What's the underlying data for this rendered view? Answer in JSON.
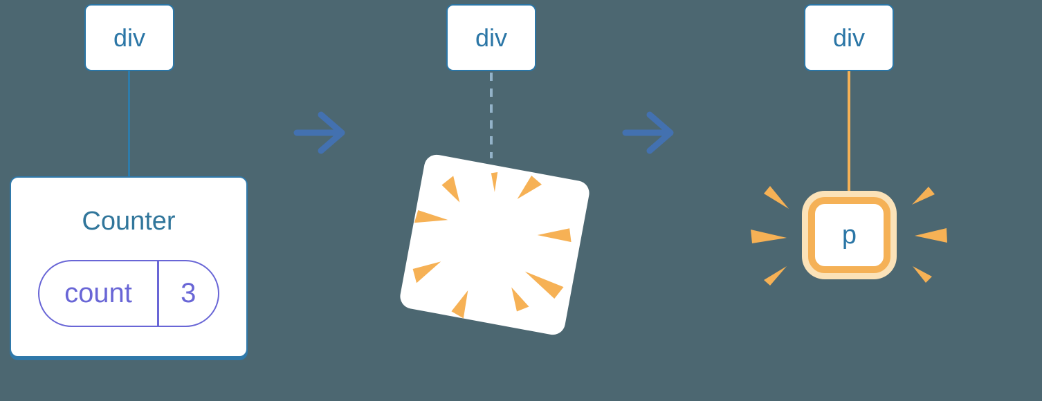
{
  "stages": {
    "before": {
      "root_label": "div",
      "component_name": "Counter",
      "state_key": "count",
      "state_value": "3"
    },
    "during": {
      "root_label": "div"
    },
    "after": {
      "root_label": "div",
      "child_label": "p"
    }
  },
  "icons": {
    "arrow_right": "arrow-right-icon",
    "poof_sparks": "poof-sparks-icon",
    "glow_sparks": "glow-sparks-icon"
  },
  "colors": {
    "background": "#4C6771",
    "node_border_blue": "#2B76A6",
    "node_text_blue": "#2B76A6",
    "component_title_blue": "#31769B",
    "card_border_blue": "#3079AA",
    "edge_solid_blue": "#2E7CAB",
    "edge_dashed_blue": "#93B2C8",
    "arrow_blue": "#4371B0",
    "state_purple": "#6966D6",
    "highlight_orange": "#F5B156",
    "glow_cream": "#FBE2B8",
    "card_white": "#FFFFFF"
  }
}
